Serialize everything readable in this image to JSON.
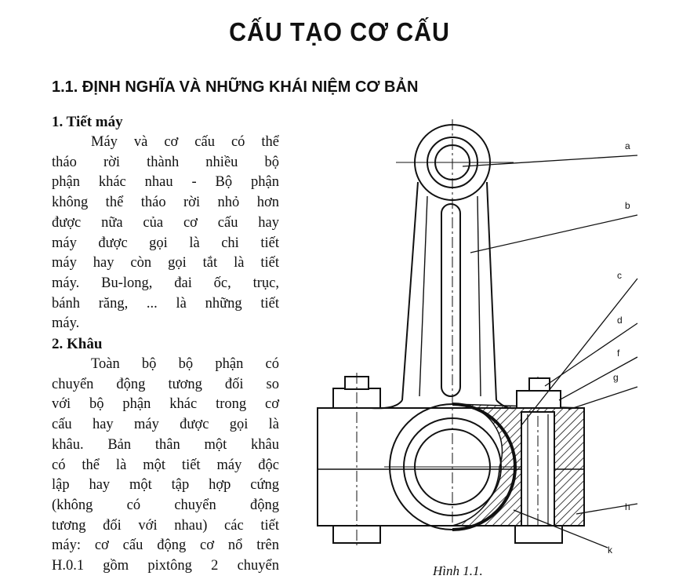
{
  "title": "CẤU TẠO CƠ CẤU",
  "section_heading": "1.1. ĐỊNH NGHĨA VÀ NHỮNG KHÁI NIỆM CƠ BẢN",
  "sub1": {
    "heading": "1. Tiết máy",
    "lines": [
      "Máy và cơ cấu có thể",
      "tháo rời thành nhiều bộ",
      "phận khác nhau - Bộ phận",
      "không thể tháo rời nhỏ hơn",
      "được nữa của cơ cấu hay",
      "máy được gọi là chi tiết",
      "máy hay còn gọi tắt là tiết",
      "máy. Bu-long, đai ốc, trục,",
      "bánh răng, ... là những tiết",
      "máy."
    ]
  },
  "sub2": {
    "heading": "2. Khâu",
    "lines": [
      "Toàn bộ bộ phận có",
      "chuyển động tương đối so",
      "với bộ phận khác trong cơ",
      "cấu hay máy được gọi là",
      "khâu. Bản thân một khâu",
      "có thể là một tiết máy độc",
      "lập hay một tập hợp cứng",
      "(không có chuyển động",
      "tương đối với nhau) các tiết",
      "máy: cơ cấu động cơ nổ trên",
      "H.0.1 gồm pixtông 2 chuyển"
    ]
  },
  "figure": {
    "labels": [
      "a",
      "b",
      "c",
      "d",
      "f",
      "g",
      "h",
      "k"
    ],
    "caption": "Hình 1.1."
  }
}
